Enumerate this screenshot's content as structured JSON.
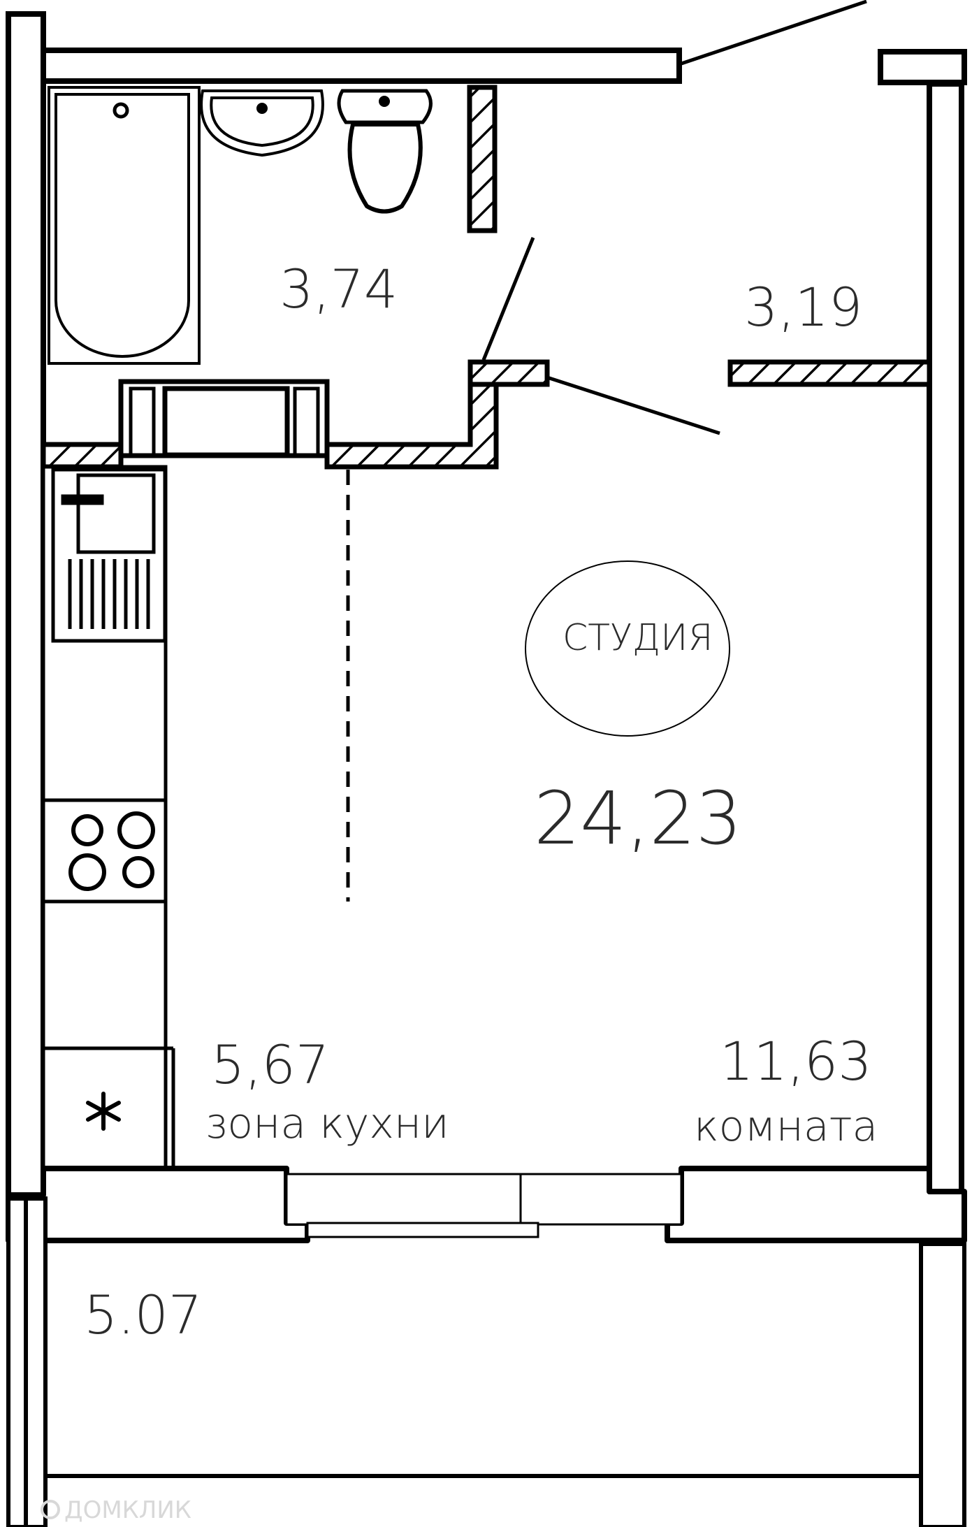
{
  "rooms": {
    "bathroom_area": "3,74",
    "hallway_area": "3,19",
    "studio_label": "СТУДИЯ",
    "studio_total_area": "24,23",
    "kitchen_area": "5,67",
    "kitchen_label": "зона кухни",
    "room_area": "11,63",
    "room_label": "комната",
    "balcony_area": "5.07"
  },
  "watermark": "ДОМКЛИК",
  "colors": {
    "wall": "#000000",
    "text": "#2b2b2b",
    "background": "#ffffff"
  }
}
